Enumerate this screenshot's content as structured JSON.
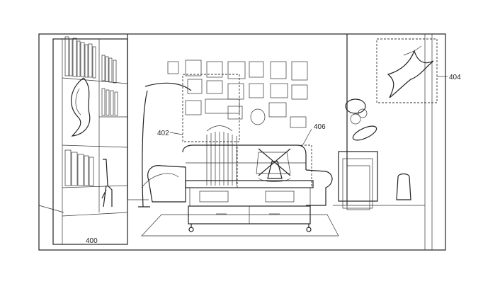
{
  "figure": {
    "room_label": "400",
    "refs": {
      "hologram_art": "402",
      "bird_painting": "404",
      "windmill_mobile": "406"
    }
  },
  "icons": [
    "bookshelf-icon",
    "sculpture-icon",
    "floor-lamp-icon",
    "gallery-wall-icon",
    "sofa-icon",
    "coffee-table-icon",
    "rug-icon",
    "windmill-icon",
    "bird-painting-icon",
    "nesting-tables-icon",
    "vase-icon",
    "floating-orbs-icon",
    "giraffe-icon"
  ]
}
